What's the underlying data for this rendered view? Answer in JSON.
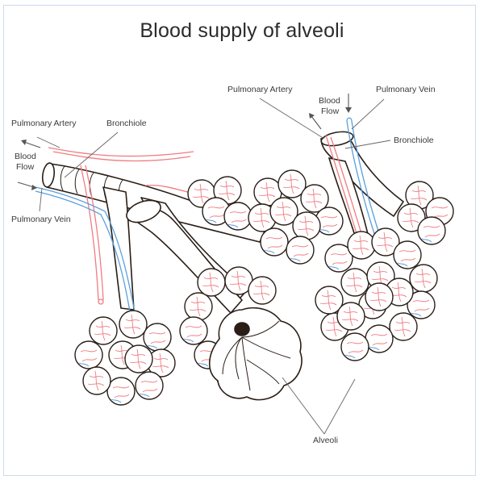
{
  "title": "Blood supply of alveoli",
  "colors": {
    "outline": "#2a1e17",
    "artery": "#f07c82",
    "vein": "#5a9fdc",
    "leader": "#666666",
    "frame": "#c9dced"
  },
  "labels": {
    "pulmonary_artery_left": "Pulmonary Artery",
    "bronchiole_left": "Bronchiole",
    "blood_flow_left_1": "Blood",
    "blood_flow_left_2": "Flow",
    "pulmonary_vein_left": "Pulmonary Vein",
    "pulmonary_artery_right": "Pulmonary Artery",
    "blood_flow_right_1": "Blood",
    "blood_flow_right_2": "Flow",
    "pulmonary_vein_right": "Pulmonary Vein",
    "bronchiole_right": "Bronchiole",
    "alveoli": "Alveoli"
  }
}
